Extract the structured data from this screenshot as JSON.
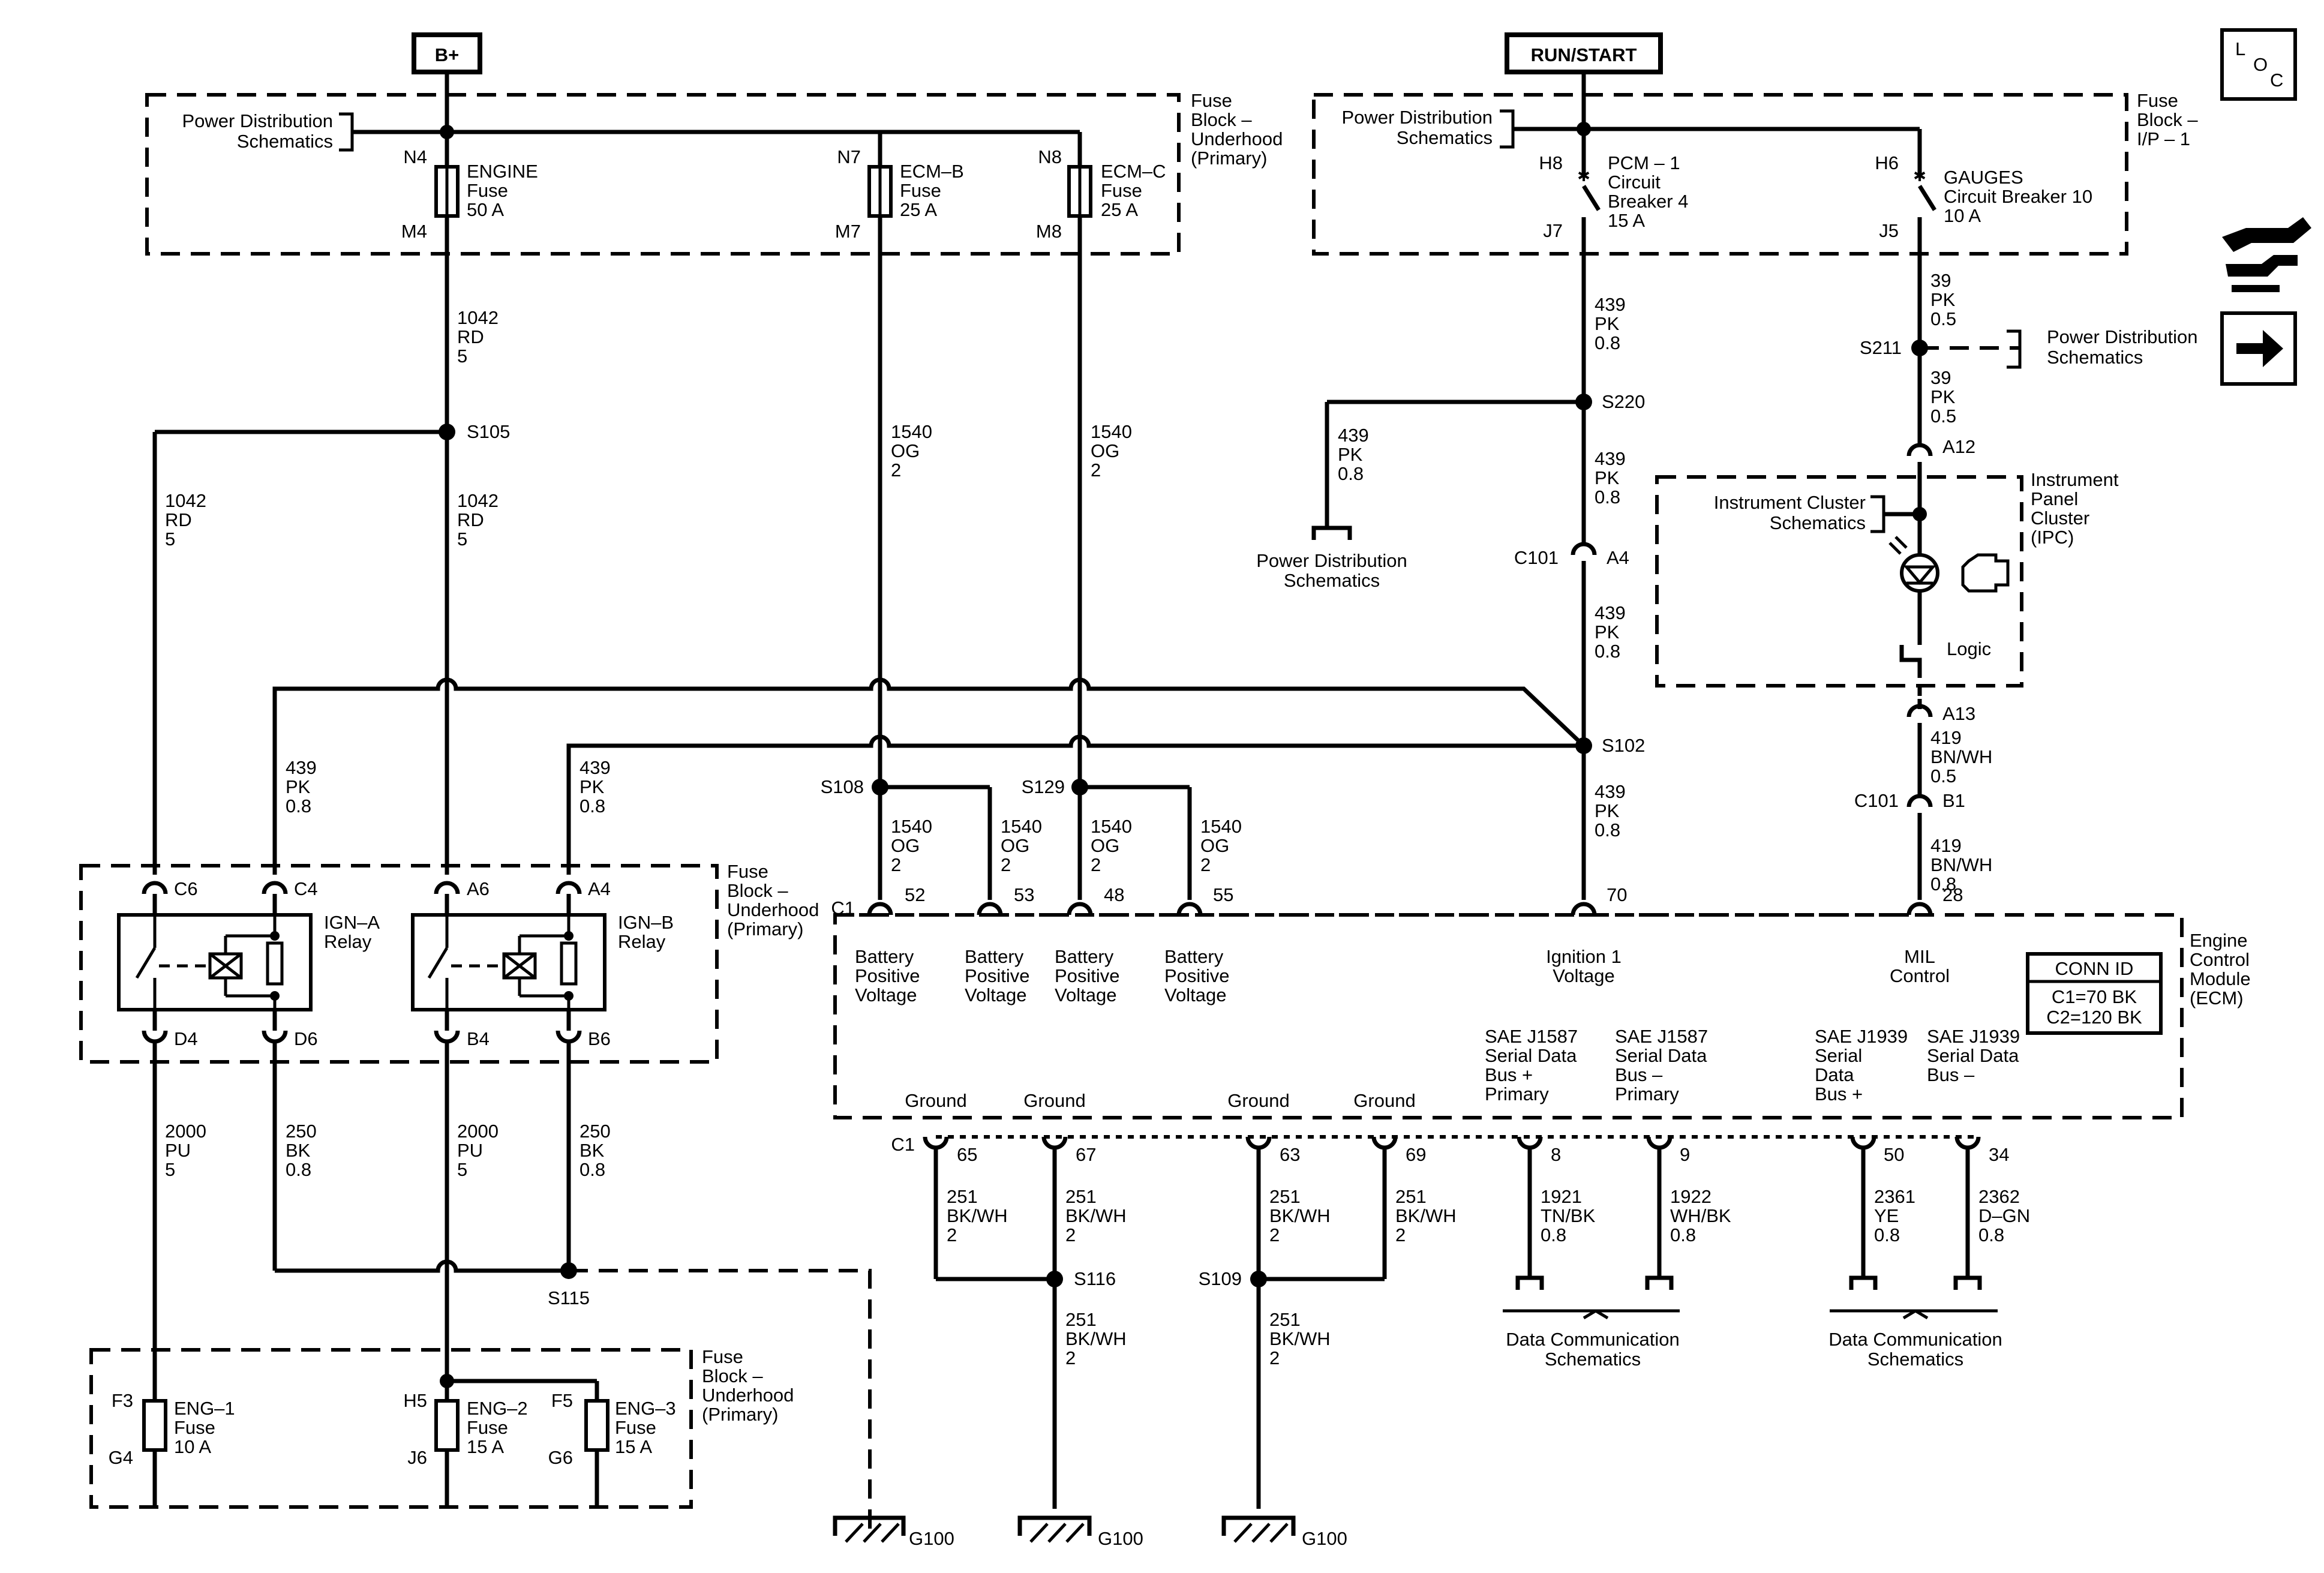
{
  "header": {
    "bplus": "B+",
    "runstart": "RUN/START",
    "loc": [
      "L",
      "O",
      "C"
    ]
  },
  "left_fuse_block": {
    "pd": [
      "Power Distribution",
      "Schematics"
    ],
    "title": [
      "Fuse",
      "Block –",
      "Underhood",
      "(Primary)"
    ],
    "fuses": [
      {
        "top": "N4",
        "bottom": "M4",
        "lines": [
          "ENGINE",
          "Fuse",
          "50 A"
        ]
      },
      {
        "top": "N7",
        "bottom": "M7",
        "lines": [
          "ECM–B",
          "Fuse",
          "25 A"
        ]
      },
      {
        "top": "N8",
        "bottom": "M8",
        "lines": [
          "ECM–C",
          "Fuse",
          "25 A"
        ]
      }
    ]
  },
  "right_fuse_block": {
    "pd": [
      "Power Distribution",
      "Schematics"
    ],
    "title": [
      "Fuse",
      "Block –",
      "I/P – 1"
    ],
    "breakers": [
      {
        "top": "H8",
        "bottom": "J7",
        "lines": [
          "PCM – 1",
          "Circuit",
          "Breaker 4",
          "15 A"
        ]
      },
      {
        "top": "H6",
        "bottom": "J5",
        "lines": [
          "GAUGES",
          "Circuit Breaker 10",
          "10 A"
        ]
      }
    ]
  },
  "wires": {
    "w1042a": [
      "1042",
      "RD",
      "5"
    ],
    "w1042b": [
      "1042",
      "RD",
      "5"
    ],
    "w1042c": [
      "1042",
      "RD",
      "5"
    ],
    "w1540a": [
      "1540",
      "OG",
      "2"
    ],
    "w1540b": [
      "1540",
      "OG",
      "2"
    ],
    "w439a": [
      "439",
      "PK",
      "0.8"
    ],
    "w439b": [
      "439",
      "PK",
      "0.8"
    ],
    "w439c": [
      "439",
      "PK",
      "0.8"
    ],
    "w439d": [
      "439",
      "PK",
      "0.8"
    ],
    "w439e": [
      "439",
      "PK",
      "0.8"
    ],
    "w439f": [
      "439",
      "PK",
      "0.8"
    ],
    "w439g": [
      "439",
      "PK",
      "0.8"
    ],
    "w39a": [
      "39",
      "PK",
      "0.5"
    ],
    "w39b": [
      "39",
      "PK",
      "0.5"
    ],
    "w419a": [
      "419",
      "BN/WH",
      "0.5"
    ],
    "w419b": [
      "419",
      "BN/WH",
      "0.8"
    ],
    "w1540c": [
      "1540",
      "OG",
      "2"
    ],
    "w1540d": [
      "1540",
      "OG",
      "2"
    ],
    "w1540e": [
      "1540",
      "OG",
      "2"
    ],
    "w1540f": [
      "1540",
      "OG",
      "2"
    ],
    "w2000a": [
      "2000",
      "PU",
      "5"
    ],
    "w2000b": [
      "2000",
      "PU",
      "5"
    ],
    "w250a": [
      "250",
      "BK",
      "0.8"
    ],
    "w250b": [
      "250",
      "BK",
      "0.8"
    ],
    "w251a": [
      "251",
      "BK/WH",
      "2"
    ],
    "w251b": [
      "251",
      "BK/WH",
      "2"
    ],
    "w251c": [
      "251",
      "BK/WH",
      "2"
    ],
    "w251d": [
      "251",
      "BK/WH",
      "2"
    ],
    "w251e": [
      "251",
      "BK/WH",
      "2"
    ],
    "w251f": [
      "251",
      "BK/WH",
      "2"
    ],
    "w1921": [
      "1921",
      "TN/BK",
      "0.8"
    ],
    "w1922": [
      "1922",
      "WH/BK",
      "0.8"
    ],
    "w2361": [
      "2361",
      "YE",
      "0.8"
    ],
    "w2362": [
      "2362",
      "D–GN",
      "0.8"
    ]
  },
  "splices": {
    "s105": "S105",
    "s108": "S108",
    "s129": "S129",
    "s220": "S220",
    "s102": "S102",
    "s211": "S211",
    "s115": "S115",
    "s116": "S116",
    "s109": "S109"
  },
  "connectors": {
    "c101a": "C101",
    "a4": "A4",
    "a12": "A12",
    "a13": "A13",
    "c101b": "C101",
    "b1": "B1",
    "c1a": "C1",
    "c1b": "C1",
    "c6": "C6",
    "c4": "C4",
    "d4": "D4",
    "d6": "D6",
    "a6": "A6",
    "a4r": "A4",
    "b4": "B4",
    "b6": "B6",
    "p52": "52",
    "p53": "53",
    "p48": "48",
    "p55": "55",
    "p70": "70",
    "p28": "28",
    "p65": "65",
    "p67": "67",
    "p63": "63",
    "p69": "69",
    "p8": "8",
    "p9": "9",
    "p50": "50",
    "p34": "34"
  },
  "pd_mid": [
    "Power Distribution",
    "Schematics"
  ],
  "pd_right": [
    "Power Distribution",
    "Schematics"
  ],
  "ipc": {
    "ref": [
      "Instrument Cluster",
      "Schematics"
    ],
    "title": [
      "Instrument",
      "Panel",
      "Cluster",
      "(IPC)"
    ],
    "logic": "Logic"
  },
  "relays": {
    "a": {
      "name": [
        "IGN–A",
        "Relay"
      ]
    },
    "b": {
      "name": [
        "IGN–B",
        "Relay"
      ]
    },
    "block": [
      "Fuse",
      "Block –",
      "Underhood",
      "(Primary)"
    ]
  },
  "ecm": {
    "title": [
      "Engine",
      "Control",
      "Module",
      "(ECM)"
    ],
    "bpv": [
      "Battery",
      "Positive",
      "Voltage"
    ],
    "ign": [
      "Ignition 1",
      "Voltage"
    ],
    "mil": [
      "MIL",
      "Control"
    ],
    "conn_id": [
      "CONN ID",
      "C1=70 BK",
      "C2=120 BK"
    ],
    "ground": "Ground",
    "j1587p": [
      "SAE J1587",
      "Serial Data",
      "Bus +",
      "Primary"
    ],
    "j1587m": [
      "SAE J1587",
      "Serial Data",
      "Bus –",
      "Primary"
    ],
    "j1939p": [
      "SAE J1939",
      "Serial",
      "Data",
      "Bus +"
    ],
    "j1939m": [
      "SAE J1939",
      "Serial Data",
      "Bus –"
    ]
  },
  "bottom_fuses": {
    "block": [
      "Fuse",
      "Block –",
      "Underhood",
      "(Primary)"
    ],
    "fuses": [
      {
        "top": "F3",
        "bottom": "G4",
        "lines": [
          "ENG–1",
          "Fuse",
          "10 A"
        ]
      },
      {
        "top": "H5",
        "bottom": "J6",
        "lines": [
          "ENG–2",
          "Fuse",
          "15 A"
        ]
      },
      {
        "top": "F5",
        "bottom": "G6",
        "lines": [
          "ENG–3",
          "Fuse",
          "15 A"
        ]
      }
    ]
  },
  "grounds": [
    "G100",
    "G100",
    "G100"
  ],
  "dcs1": [
    "Data Communication",
    "Schematics"
  ],
  "dcs2": [
    "Data Communication",
    "Schematics"
  ]
}
